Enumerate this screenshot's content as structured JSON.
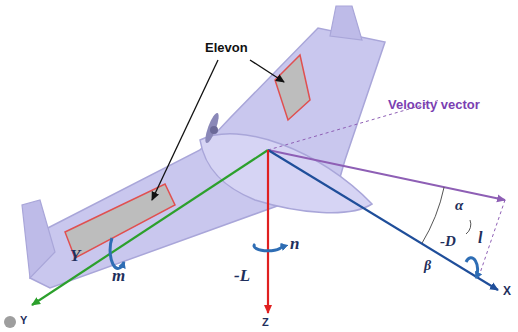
{
  "diagram": {
    "labels": [
      "Elevon",
      "Velocity vector",
      "α",
      "l",
      "β",
      "-D",
      "X",
      "Y",
      "m",
      "n",
      "-L",
      "Z",
      "Y"
    ]
  }
}
